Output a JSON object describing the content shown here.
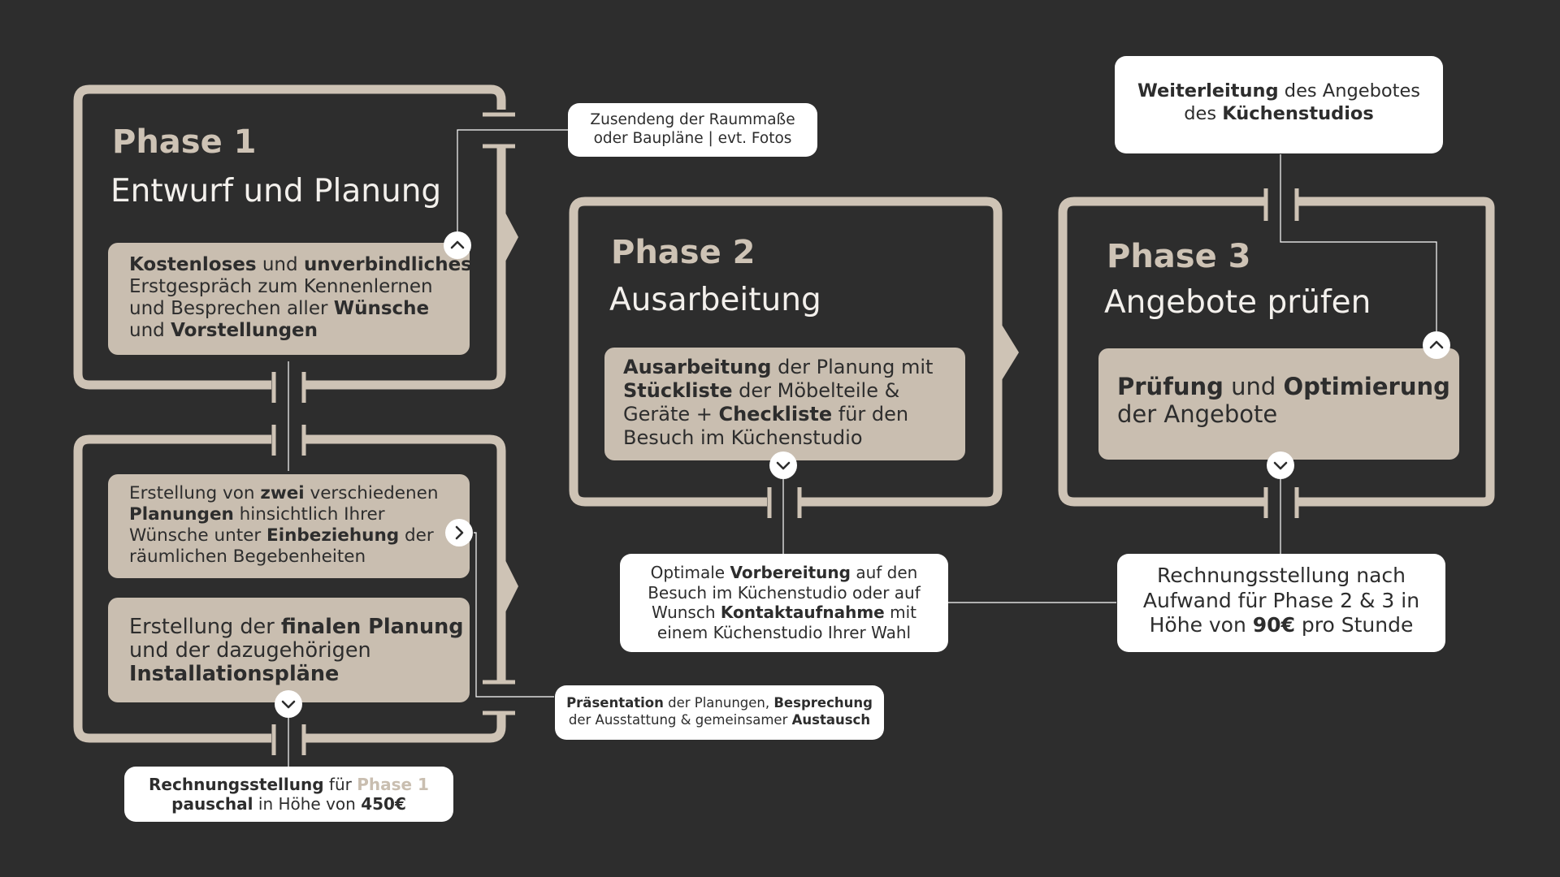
{
  "colors": {
    "background": "#2d2d2d",
    "frame": "#cec3b5",
    "inner_box": "#c9beb0",
    "callout": "#ffffff",
    "dark_text": "#2d2d2d",
    "phase_subtitle": "#f3f0ec"
  },
  "phase1": {
    "title": "Phase 1",
    "subtitle": "Entwurf und Planung",
    "box1": [
      [
        [
          "Kostenloses",
          true
        ],
        [
          " und ",
          false
        ],
        [
          "unverbindliches",
          true
        ]
      ],
      [
        [
          "Erstgespräch zum Kennenlernen",
          false
        ]
      ],
      [
        [
          "und Besprechen aller ",
          false
        ],
        [
          "Wünsche",
          true
        ]
      ],
      [
        [
          "und ",
          false
        ],
        [
          "Vorstellungen",
          true
        ]
      ]
    ],
    "box2": [
      [
        [
          "Erstellung von ",
          false
        ],
        [
          "zwei",
          true
        ],
        [
          " verschiedenen",
          false
        ]
      ],
      [
        [
          "Planungen",
          true
        ],
        [
          " hinsichtlich Ihrer",
          false
        ]
      ],
      [
        [
          "Wünsche unter ",
          false
        ],
        [
          "Einbeziehung",
          true
        ],
        [
          " der",
          false
        ]
      ],
      [
        [
          "räumlichen Begebenheiten",
          false
        ]
      ]
    ],
    "box3": [
      [
        [
          "Erstellung der ",
          false
        ],
        [
          "finalen Planung",
          true
        ]
      ],
      [
        [
          "und der dazugehörigen",
          false
        ]
      ],
      [
        [
          "Installationspläne",
          true
        ]
      ]
    ]
  },
  "phase2": {
    "title": "Phase 2",
    "subtitle": "Ausarbeitung",
    "box": [
      [
        [
          "Ausarbeitung",
          true
        ],
        [
          " der Planung mit",
          false
        ]
      ],
      [
        [
          "Stückliste",
          true
        ],
        [
          " der Möbelteile &",
          false
        ]
      ],
      [
        [
          "Geräte + ",
          false
        ],
        [
          "Checkliste",
          true
        ],
        [
          " für den",
          false
        ]
      ],
      [
        [
          "Besuch im Küchenstudio",
          false
        ]
      ]
    ]
  },
  "phase3": {
    "title": "Phase 3",
    "subtitle": "Angebote prüfen",
    "box": [
      [
        [
          "Prüfung",
          true
        ],
        [
          " und ",
          false
        ],
        [
          "Optimierung",
          true
        ]
      ],
      [
        [
          "der Angebote",
          false
        ]
      ]
    ]
  },
  "callouts": {
    "measures": [
      [
        [
          "Zusendeng der Raummaße",
          false
        ]
      ],
      [
        [
          "oder Baupläne | evt. Fotos",
          false
        ]
      ]
    ],
    "forwarding": [
      [
        [
          "Weiterleitung",
          true
        ],
        [
          " des Angebotes",
          false
        ]
      ],
      [
        [
          "des ",
          false
        ],
        [
          "Küchenstudios",
          true
        ]
      ]
    ],
    "preparation": [
      [
        [
          "Optimale ",
          false
        ],
        [
          "Vorbereitung",
          true
        ],
        [
          " auf den",
          false
        ]
      ],
      [
        [
          "Besuch im Küchenstudio oder auf",
          false
        ]
      ],
      [
        [
          "Wunsch ",
          false
        ],
        [
          "Kontaktaufnahme",
          true
        ],
        [
          " mit",
          false
        ]
      ],
      [
        [
          "einem Küchenstudio Ihrer Wahl",
          false
        ]
      ]
    ],
    "billing_hourly": [
      [
        [
          "Rechnungsstellung nach",
          false
        ]
      ],
      [
        [
          "Aufwand für Phase 2 & 3 in",
          false
        ]
      ],
      [
        [
          "Höhe von ",
          false
        ],
        [
          "90€",
          true
        ],
        [
          " pro Stunde",
          false
        ]
      ]
    ],
    "presentation": [
      [
        [
          "Präsentation",
          true
        ],
        [
          " der Planungen, ",
          false
        ],
        [
          "Besprechung",
          true
        ]
      ],
      [
        [
          "der Ausstattung & gemeinsamer ",
          false
        ],
        [
          "Austausch",
          true
        ]
      ]
    ],
    "billing_flat": [
      [
        [
          "Rechnungsstellung",
          true
        ],
        [
          " für ",
          false
        ],
        [
          "Phase 1",
          "hl"
        ]
      ],
      [
        [
          "pauschal",
          true
        ],
        [
          " in Höhe von ",
          false
        ],
        [
          "450€",
          true
        ]
      ]
    ]
  },
  "icons": {
    "phase1_up": "chevron-up-icon",
    "phase1_right": "chevron-right-icon",
    "phase1_down": "chevron-down-icon",
    "phase2_down": "chevron-down-icon",
    "phase3_up": "chevron-up-icon",
    "phase3_down": "chevron-down-icon"
  }
}
